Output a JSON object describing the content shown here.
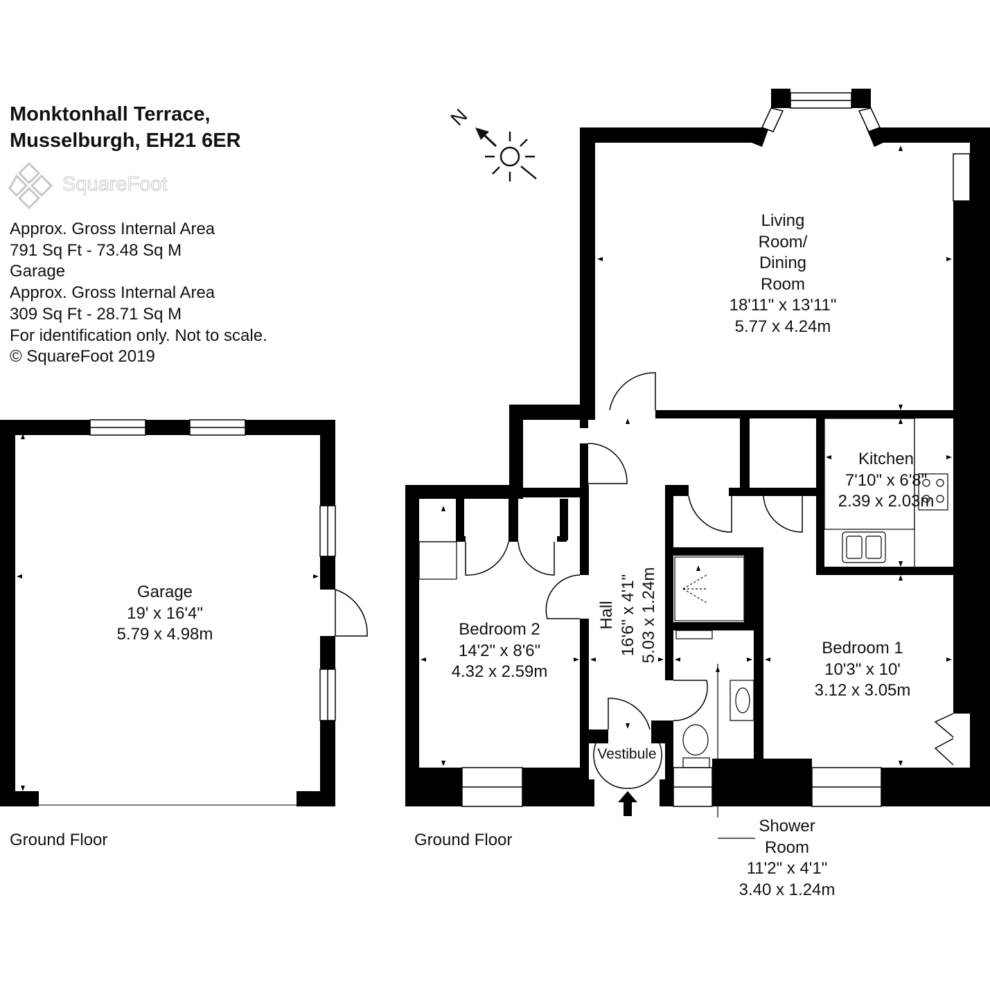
{
  "header": {
    "address_line1": "Monktonhall Terrace,",
    "address_line2": "Musselburgh, EH21 6ER",
    "brand": "SquareFoot"
  },
  "info": {
    "lines": [
      "Approx. Gross Internal Area",
      "791 Sq Ft  -  73.48 Sq M",
      "Garage",
      "Approx. Gross Internal Area",
      "309 Sq Ft  -  28.71 Sq M",
      "For identification only. Not to scale.",
      "© SquareFoot 2019"
    ]
  },
  "compass": {
    "label": "N"
  },
  "floors": {
    "garage_floor": "Ground Floor",
    "house_floor": "Ground Floor"
  },
  "rooms": {
    "garage": {
      "name": "Garage",
      "imperial": "19' x 16'4\"",
      "metric": "5.79 x 4.98m"
    },
    "living": {
      "name_lines": [
        "Living",
        "Room/",
        "Dining",
        "Room"
      ],
      "imperial": "18'11\" x 13'11\"",
      "metric": "5.77 x 4.24m"
    },
    "kitchen": {
      "name": "Kitchen",
      "imperial": "7'10\" x 6'8\"",
      "metric": "2.39 x 2.03m"
    },
    "bedroom2": {
      "name": "Bedroom 2",
      "imperial": "14'2\" x 8'6\"",
      "metric": "4.32 x 2.59m"
    },
    "hall": {
      "name": "Hall",
      "imperial": "16'6\" x 4'1\"",
      "metric": "5.03 x 1.24m"
    },
    "bedroom1": {
      "name": "Bedroom 1",
      "imperial": "10'3\" x 10'",
      "metric": "3.12 x 3.05m"
    },
    "vestibule": {
      "name": "Vestibule"
    },
    "shower": {
      "name_lines": [
        "Shower",
        "Room"
      ],
      "imperial": "11'2\" x 4'1\"",
      "metric": "3.40 x 1.24m"
    }
  },
  "colors": {
    "wall": "#000000",
    "text": "#111111",
    "logo": "#c8c8c8"
  }
}
